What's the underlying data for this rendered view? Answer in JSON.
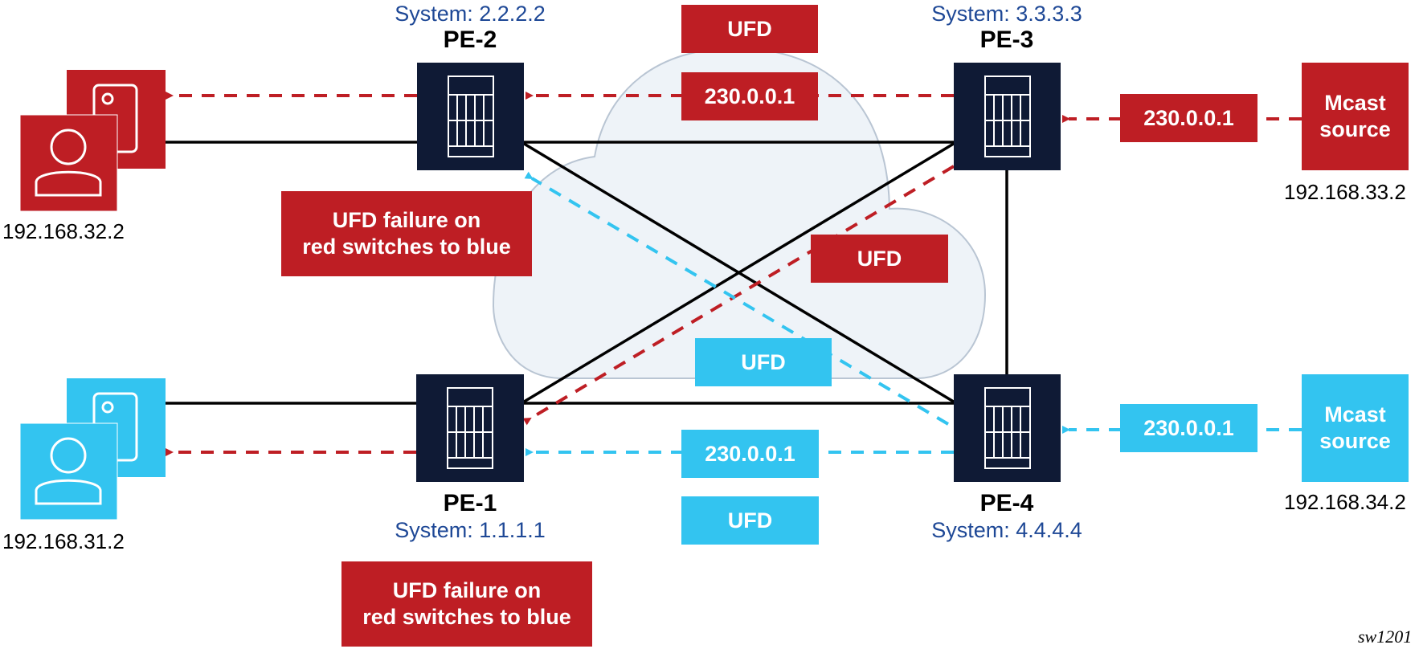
{
  "colors": {
    "red": "#be1e24",
    "blue": "#33c4f0",
    "router": "#0f1a35",
    "system_text": "#1e4896",
    "cloud_fill": "#eef3f8",
    "cloud_stroke": "#b9c5d3"
  },
  "routers": {
    "pe1": {
      "name": "PE-1",
      "system": "System: 1.1.1.1"
    },
    "pe2": {
      "name": "PE-2",
      "system": "System: 2.2.2.2"
    },
    "pe3": {
      "name": "PE-3",
      "system": "System: 3.3.3.3"
    },
    "pe4": {
      "name": "PE-4",
      "system": "System: 4.4.4.4"
    }
  },
  "receivers": {
    "red": {
      "ip": "192.168.32.2",
      "icon": "user-with-phone-icon"
    },
    "blue": {
      "ip": "192.168.31.2",
      "icon": "user-with-phone-icon"
    }
  },
  "sources": {
    "red": {
      "label": "Mcast\nsource",
      "line1": "Mcast",
      "line2": "source",
      "ip": "192.168.33.2"
    },
    "blue": {
      "label": "Mcast\nsource",
      "line1": "Mcast",
      "line2": "source",
      "ip": "192.168.34.2"
    }
  },
  "flow_labels": {
    "group": "230.0.0.1",
    "ufd": "UFD"
  },
  "notes": {
    "top": {
      "line1": "UFD failure on",
      "line2": "red switches to blue"
    },
    "bottom": {
      "line1": "UFD failure on",
      "line2": "red switches to blue"
    }
  },
  "figure_id": "sw1201"
}
